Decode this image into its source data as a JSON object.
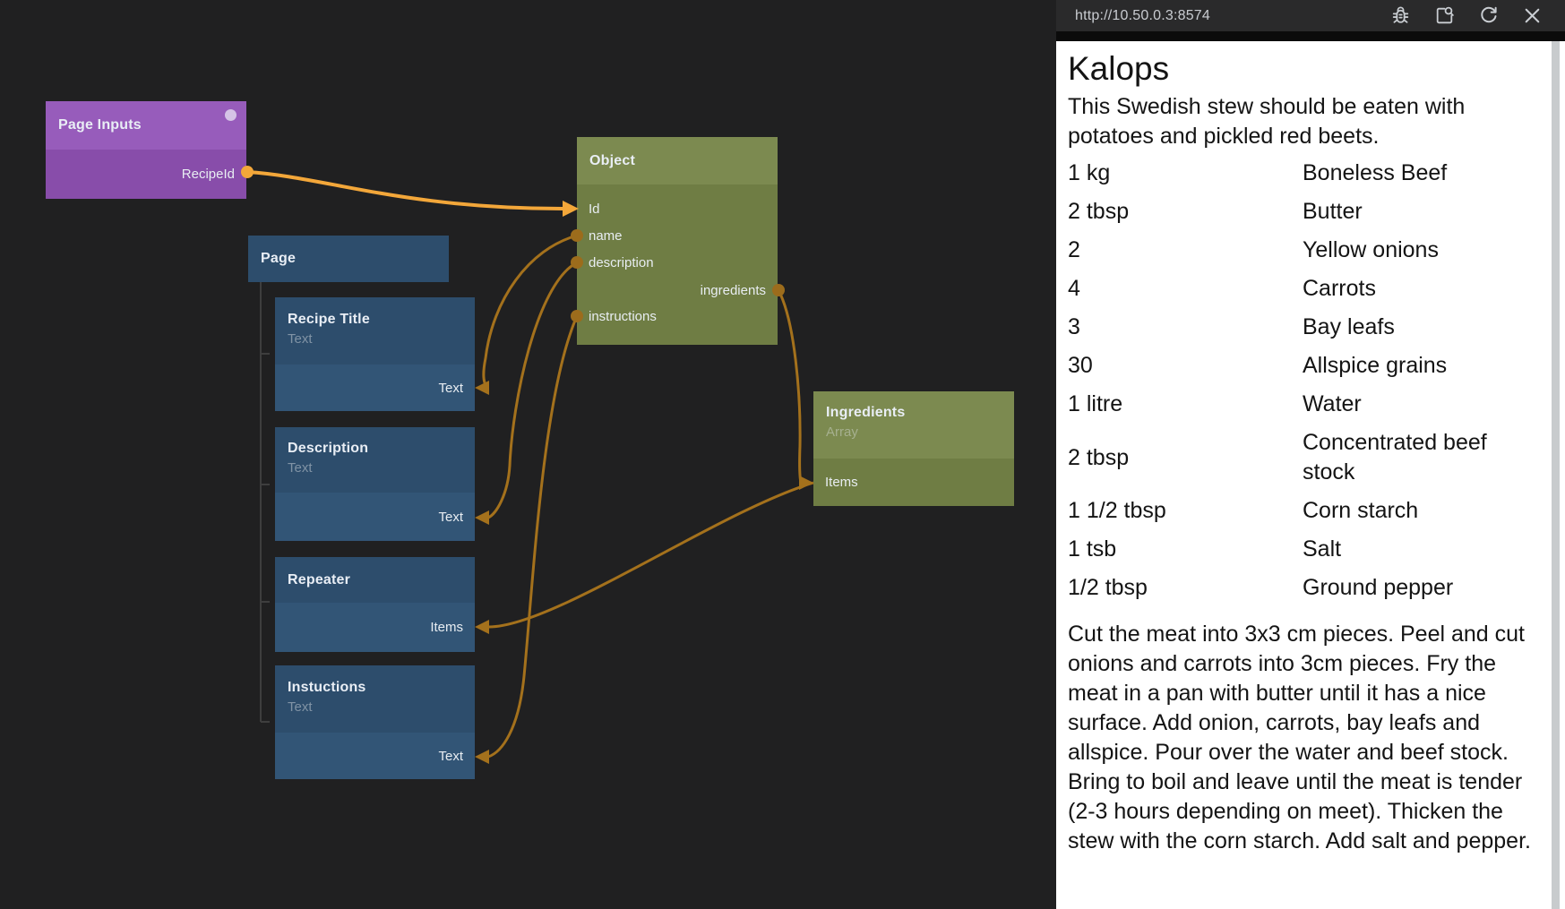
{
  "canvas": {
    "nodes": {
      "page_inputs": {
        "title": "Page Inputs",
        "port": "RecipeId"
      },
      "page": {
        "title": "Page"
      },
      "recipe_title": {
        "title": "Recipe Title",
        "subtitle": "Text",
        "port": "Text"
      },
      "description": {
        "title": "Description",
        "subtitle": "Text",
        "port": "Text"
      },
      "repeater": {
        "title": "Repeater",
        "port": "Items"
      },
      "instructions_node": {
        "title": "Instuctions",
        "subtitle": "Text",
        "port": "Text"
      },
      "object": {
        "title": "Object",
        "ports": {
          "id": "Id",
          "name": "name",
          "description": "description",
          "ingredients": "ingredients",
          "instructions": "instructions"
        }
      },
      "ingredients_node": {
        "title": "Ingredients",
        "subtitle": "Array",
        "port": "Items"
      }
    },
    "colors": {
      "canvas_bg": "#202021",
      "node_blue_header": "#2d4d6c",
      "node_blue_body": "#325576",
      "node_green_header": "#7c8a50",
      "node_green_body": "#6f7d44",
      "node_purple_header": "#975cbb",
      "node_purple_body": "#884daa",
      "connection": "#a4711c",
      "connection_active": "#f3a73a",
      "hierarchy_line": "#3e3e3e"
    }
  },
  "preview": {
    "toolbar": {
      "url": "http://10.50.0.3:8574",
      "buttons": [
        "debug-bug",
        "open-preview",
        "refresh",
        "close"
      ]
    },
    "recipe": {
      "title": "Kalops",
      "description": "This Swedish stew should be eaten with potatoes and pickled red beets.",
      "ingredients": [
        {
          "qty": "1 kg",
          "name": "Boneless Beef"
        },
        {
          "qty": "2 tbsp",
          "name": "Butter"
        },
        {
          "qty": "2",
          "name": "Yellow onions"
        },
        {
          "qty": "4",
          "name": "Carrots"
        },
        {
          "qty": "3",
          "name": "Bay leafs"
        },
        {
          "qty": "30",
          "name": "Allspice grains"
        },
        {
          "qty": "1 litre",
          "name": "Water"
        },
        {
          "qty": "2 tbsp",
          "name": "Concentrated beef stock"
        },
        {
          "qty": "1 1/2 tbsp",
          "name": "Corn starch"
        },
        {
          "qty": "1 tsb",
          "name": "Salt"
        },
        {
          "qty": "1/2 tbsp",
          "name": "Ground pepper"
        }
      ],
      "instructions": "Cut the meat into 3x3 cm pieces. Peel and cut onions and carrots into 3cm pieces. Fry the meat in a pan with butter until it has a nice surface. Add onion, carrots, bay leafs and allspice. Pour over the water and beef stock. Bring to boil and leave until the meat is tender (2-3 hours depending on meet). Thicken the stew with the corn starch. Add salt and pepper."
    }
  }
}
